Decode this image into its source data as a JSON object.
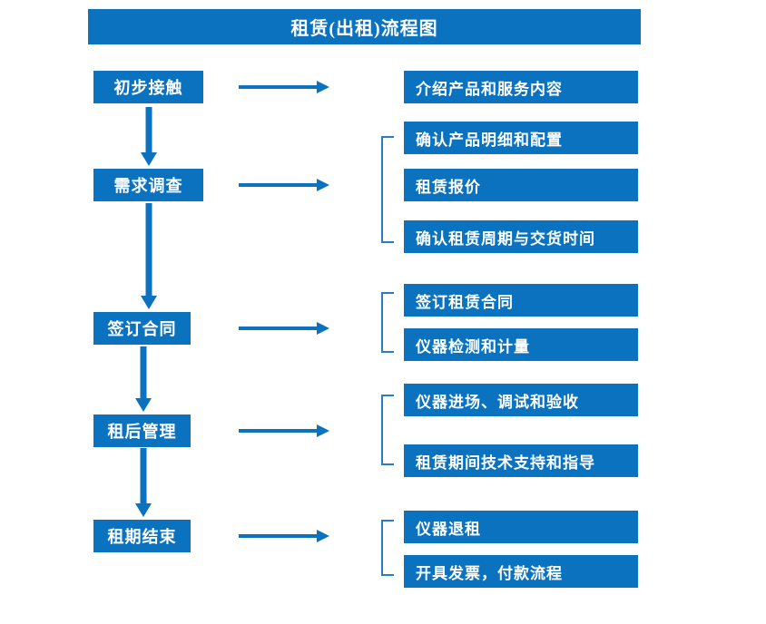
{
  "diagram": {
    "title": "租赁(出租)流程图",
    "accent_color": "#0b72c0",
    "bracket_color": "#2b7dbd",
    "stages": [
      {
        "label": "初步接触"
      },
      {
        "label": "需求调查"
      },
      {
        "label": "签订合同"
      },
      {
        "label": "租后管理"
      },
      {
        "label": "租期结束"
      }
    ],
    "details": [
      {
        "label": "介绍产品和服务内容"
      },
      {
        "label": "确认产品明细和配置"
      },
      {
        "label": "租赁报价"
      },
      {
        "label": "确认租赁周期与交货时间"
      },
      {
        "label": "签订租赁合同"
      },
      {
        "label": "仪器检测和计量"
      },
      {
        "label": "仪器进场、调试和验收"
      },
      {
        "label": "租赁期间技术支持和指导"
      },
      {
        "label": "仪器退租"
      },
      {
        "label": "开具发票，付款流程"
      }
    ],
    "icons": {
      "right_arrow": "right-arrow-icon",
      "down_arrow": "down-arrow-icon",
      "group_bracket": "group-bracket-icon"
    }
  }
}
